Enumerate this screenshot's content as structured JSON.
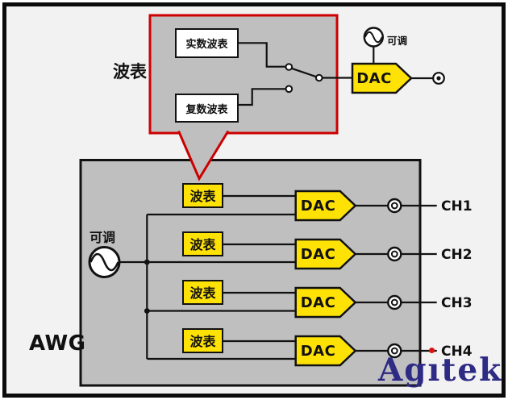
{
  "diagram_title": "AWG block diagram",
  "colors": {
    "background": "#f2f2f2",
    "frame_border": "#0b0b0b",
    "panel_gray": "#bfbfbf",
    "accent_yellow": "#ffe205",
    "callout_red": "#cc0000",
    "wire_black": "#111111",
    "logo_blue": "#2e2b85",
    "logo_dot_red": "#e01010"
  },
  "callout": {
    "label": "波表",
    "real_wavetable_label": "实数波表",
    "complex_wavetable_label": "复数波表",
    "clock_label": "可调",
    "dac_label": "DAC"
  },
  "awg": {
    "label": "AWG",
    "clock_label": "可调",
    "rows": [
      {
        "wavetable_label": "波表",
        "dac_label": "DAC",
        "channel": "CH1"
      },
      {
        "wavetable_label": "波表",
        "dac_label": "DAC",
        "channel": "CH2"
      },
      {
        "wavetable_label": "波表",
        "dac_label": "DAC",
        "channel": "CH3"
      },
      {
        "wavetable_label": "波表",
        "dac_label": "DAC",
        "channel": "CH4"
      }
    ]
  },
  "logo": {
    "full": "Agitek",
    "prefix": "Ag",
    "dotless_i": "ı",
    "suffix": "tek"
  }
}
